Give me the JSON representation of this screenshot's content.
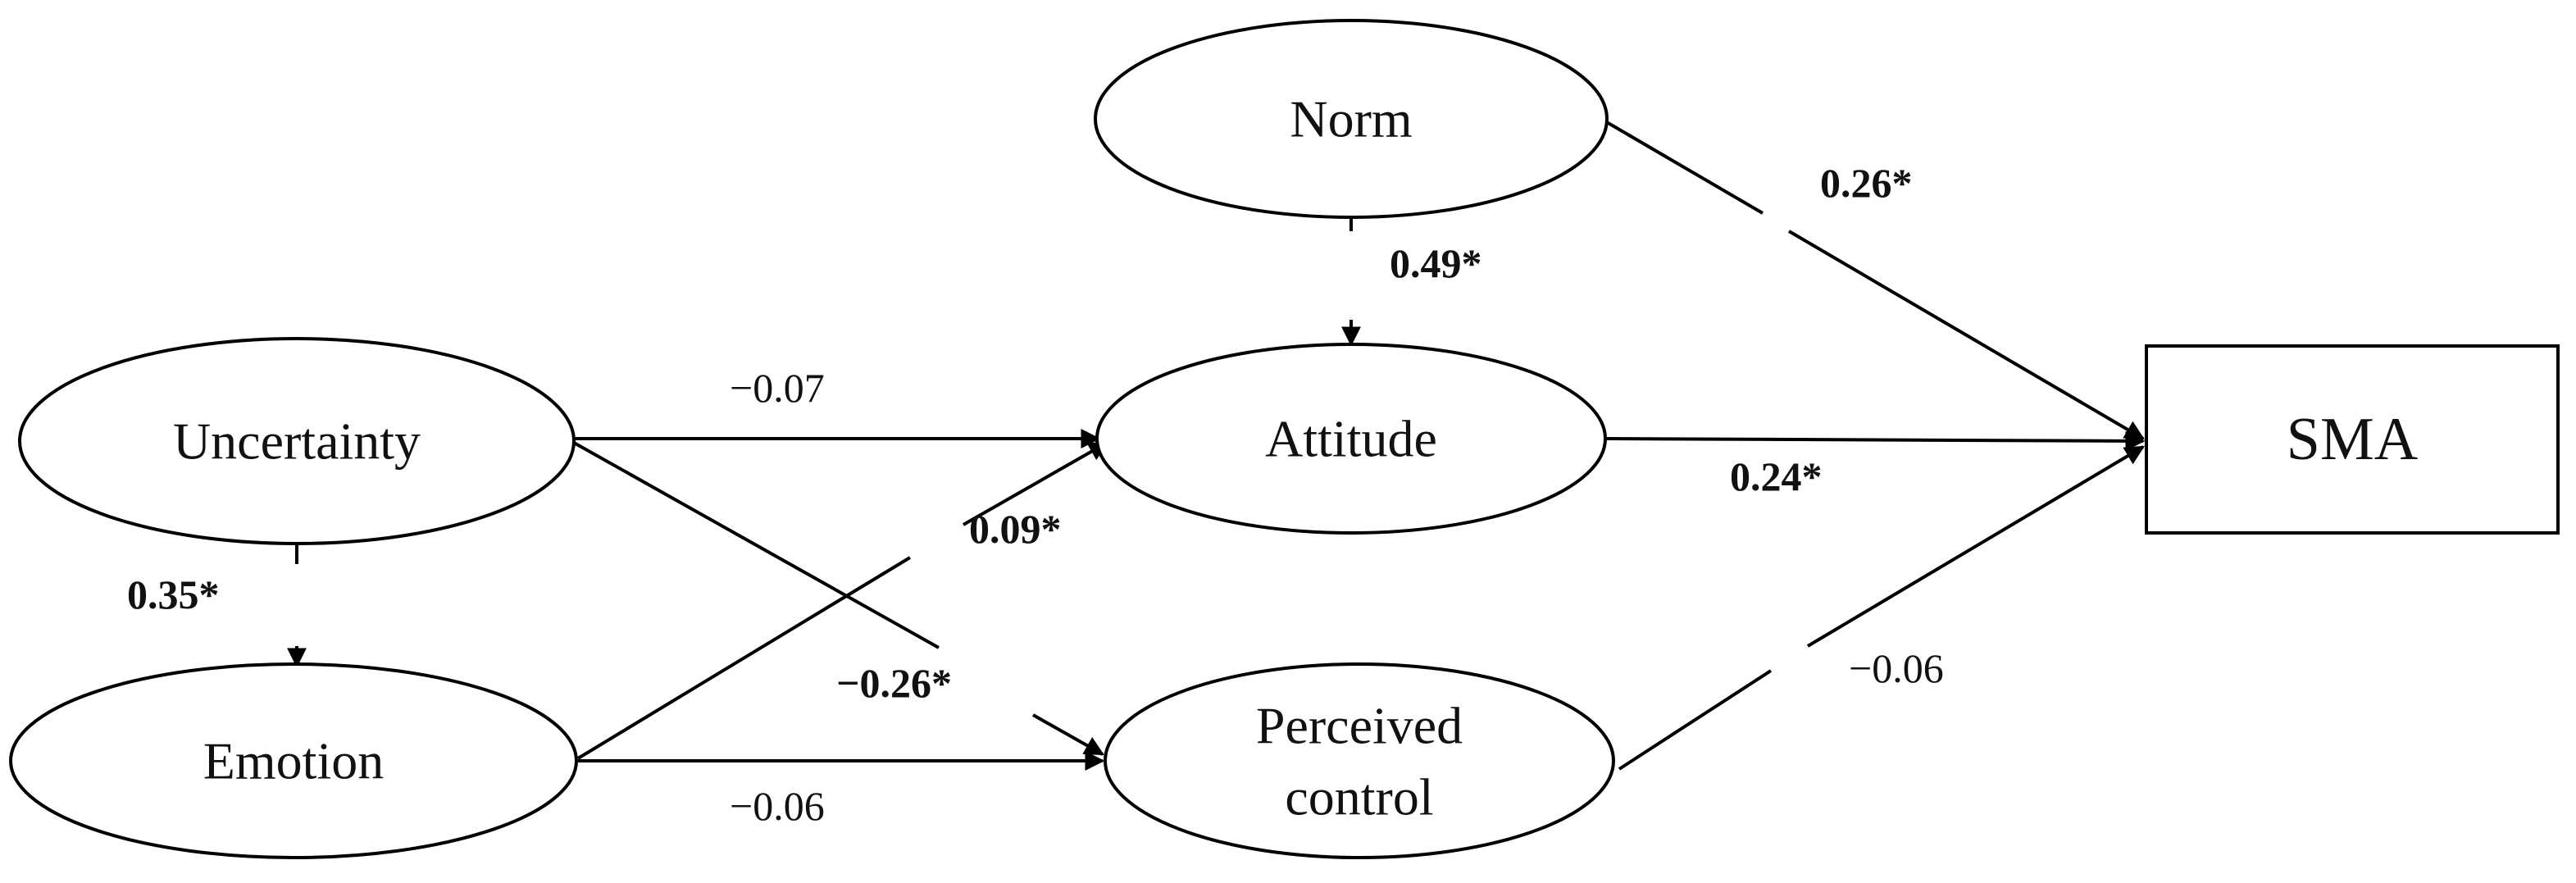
{
  "nodes": {
    "norm": "Norm",
    "uncertainty": "Uncertainty",
    "attitude": "Attitude",
    "emotion": "Emotion",
    "perceived_control_line1": "Perceived",
    "perceived_control_line2": "control",
    "sma": "SMA"
  },
  "paths": {
    "norm_to_sma": "0.26*",
    "norm_to_attitude": "0.49*",
    "uncertainty_to_attitude": "−0.07",
    "uncertainty_to_emotion": "0.35*",
    "emotion_to_attitude": "0.09*",
    "uncertainty_to_perceived_control": "−0.26*",
    "emotion_to_perceived_control": "−0.06",
    "attitude_to_sma": "0.24*",
    "perceived_control_to_sma": "−0.06"
  },
  "colors": {
    "stroke": "#000000",
    "background": "#ffffff"
  }
}
